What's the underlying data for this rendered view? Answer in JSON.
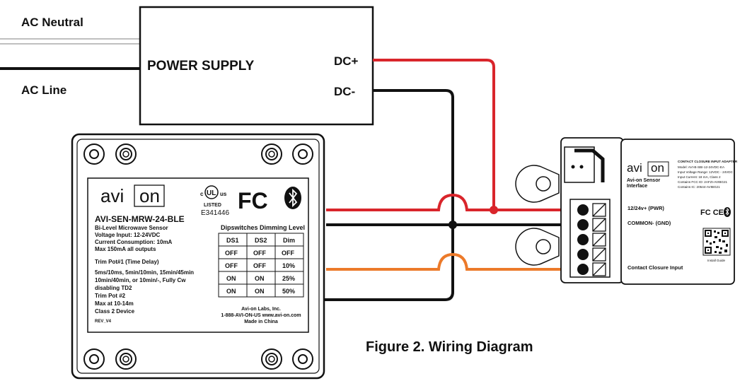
{
  "wiring": {
    "ac_neutral": "AC Neutral",
    "ac_line": "AC Line",
    "power_supply": "POWER SUPPLY",
    "dc_plus": "DC+",
    "dc_minus": "DC-",
    "colors": {
      "red": "#d9252b",
      "black": "#111111",
      "orange": "#ec7a2a"
    }
  },
  "sensor": {
    "brand_left": "avi",
    "brand_right": "on",
    "model": "AVI-SEN-MRW-24-BLE",
    "specs": [
      "Bi-Level Microwave Sensor",
      "Voltage Input: 12-24VDC",
      "Current Consumption: 10mA",
      "Max 150mA all outputs"
    ],
    "trim": [
      "Trim Pot#1 (Time Delay)",
      "5ms/10ms, 5min/10min, 15min/45min",
      "10min/40min, or 10min/-, Fully Cw",
      "disabling TD2",
      "Trim Pot #2",
      "Max at 10-14m",
      "Class 2 Device"
    ],
    "rev": "REV_V4",
    "ul_c": "c",
    "ul_mark": "UL",
    "ul_us": "us",
    "ul_listed": "LISTED",
    "ul_number": "E341446",
    "fc": "FC",
    "dip_title": "Dipswitches Dimming Level",
    "dip_headers": [
      "DS1",
      "DS2",
      "Dim"
    ],
    "dip_rows": [
      [
        "OFF",
        "OFF",
        "OFF"
      ],
      [
        "OFF",
        "OFF",
        "10%"
      ],
      [
        "ON",
        "ON",
        "25%"
      ],
      [
        "ON",
        "ON",
        "50%"
      ]
    ],
    "maker": "Avi-on Labs, Inc.",
    "maker_contact": "1-888-AVI-ON-US www.avi-on.com",
    "maker_origin": "Made in China"
  },
  "adapter": {
    "brand_left": "avi",
    "brand_right": "on",
    "title": "CONTACT CLOSURE INPUT ADAPTER",
    "info": [
      "Model: AVI-B-SBI-12-24VDC-EA",
      "Input Voltage Range: 12VDC - 24VDC",
      "Input Current: 18 mA, Class 2",
      "Contains FCC ID: 2AFZI-AVIBG21",
      "Contains IC: 20544-AVIBG21"
    ],
    "iface1": "Avi-on Sensor",
    "iface2": "Interface",
    "pwr": "12/24v+ (PWR)",
    "common": "COMMON- (GND)",
    "contact": "Contact Closure Input",
    "fc_ce": "FC CE",
    "install": "Install Guide"
  },
  "caption": "Figure 2. Wiring Diagram"
}
